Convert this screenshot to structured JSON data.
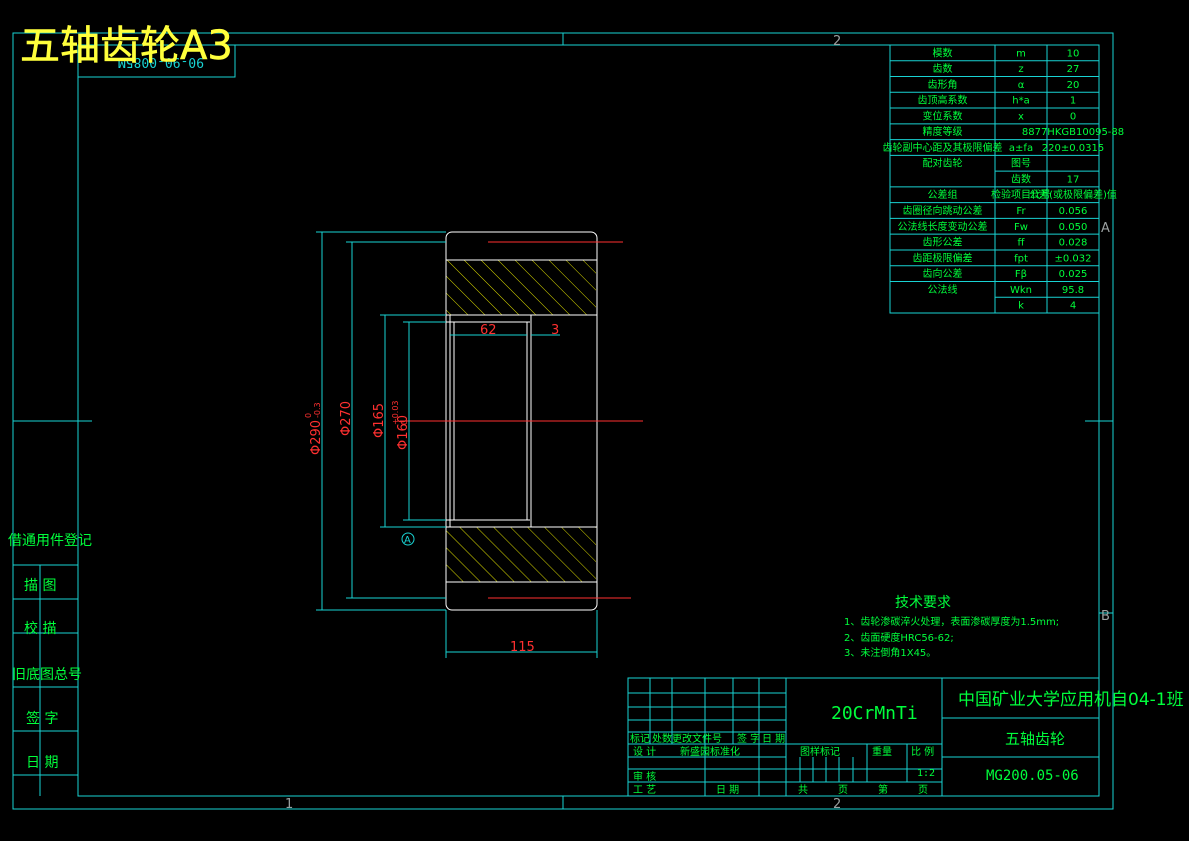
{
  "title": "五轴齿轮A3",
  "mirror_code": "90-90-0085M",
  "colors": {
    "frame": "#19d3d3",
    "text": "#00ff3c",
    "dim": "#ff3030",
    "part": "#ffffff",
    "title": "#ffff3c",
    "hatch": "#d8d800",
    "letters": "#9aa0a0"
  },
  "zones": {
    "top": "2",
    "right_a": "A",
    "right_b": "B",
    "bottom_left": "1",
    "bottom_mid": "2"
  },
  "parameters": [
    {
      "label": "模数",
      "symbol": "m",
      "value": "10"
    },
    {
      "label": "齿数",
      "symbol": "z",
      "value": "27"
    },
    {
      "label": "齿形角",
      "symbol": "α",
      "value": "20"
    },
    {
      "label": "齿顶高系数",
      "symbol": "h*a",
      "value": "1"
    },
    {
      "label": "变位系数",
      "symbol": "x",
      "value": "0"
    },
    {
      "label": "精度等级",
      "symbol": "",
      "value": "8877HKGB10095-88"
    },
    {
      "label": "齿轮副中心距及其极限偏差",
      "symbol": "a±fa",
      "value": "220±0.0315"
    },
    {
      "label": "配对齿轮",
      "symbol": "图号",
      "value": ""
    },
    {
      "label": "",
      "symbol": "齿数",
      "value": "17"
    },
    {
      "label": "公差组",
      "symbol": "检验项目代号",
      "value": "公差(或极限偏差)值"
    },
    {
      "label": "齿圈径向跳动公差",
      "symbol": "Fr",
      "value": "0.056"
    },
    {
      "label": "公法线长度变动公差",
      "symbol": "Fw",
      "value": "0.050"
    },
    {
      "label": "齿形公差",
      "symbol": "ff",
      "value": "0.028"
    },
    {
      "label": "齿距极限偏差",
      "symbol": "fpt",
      "value": "±0.032"
    },
    {
      "label": "齿向公差",
      "symbol": "Fβ",
      "value": "0.025"
    },
    {
      "label": "公法线",
      "symbol": "Wkn",
      "value": "95.8"
    },
    {
      "label": "",
      "symbol": "k",
      "value": "4"
    }
  ],
  "dimensions": {
    "d_outer": "Φ290",
    "d_outer_tol": "0\n-0.3",
    "d_270": "Φ270",
    "d_165": "Φ165",
    "d_160": "Φ160",
    "d_160_tol": "+0.03\n0",
    "w_62": "62",
    "w_3": "3",
    "w_115": "115",
    "datum": "A"
  },
  "technical_requirements": {
    "heading": "技术要求",
    "items": [
      "1、齿轮渗碳淬火处理，表面渗碳厚度为1.5mm;",
      "2、齿面硬度HRC56-62;",
      "3、未注倒角1X45。"
    ]
  },
  "side_panel": [
    "借通用件登记",
    "描 图",
    "校 描",
    "旧底图总号",
    "签 字",
    "日 期"
  ],
  "title_block": {
    "material": "20CrMnTi",
    "school": "中国矿业大学应用机自04-1班",
    "part_name": "五轴齿轮",
    "drawing_no": "MG200.05-06",
    "rev_headers": [
      "标记",
      "处数",
      "更改文件号",
      "签 字",
      "日 期"
    ],
    "sign_rows": [
      "设 计",
      "标准化"
    ],
    "designer": "新盛园",
    "review": "审 核",
    "process": "工 艺",
    "date_label": "日 期",
    "stage_mark": "图样标记",
    "weight": "重量",
    "scale_label": "比 例",
    "scale": "1:2",
    "total": "共",
    "sheets": "页",
    "sheet": "第",
    "sheet_page": "页"
  }
}
